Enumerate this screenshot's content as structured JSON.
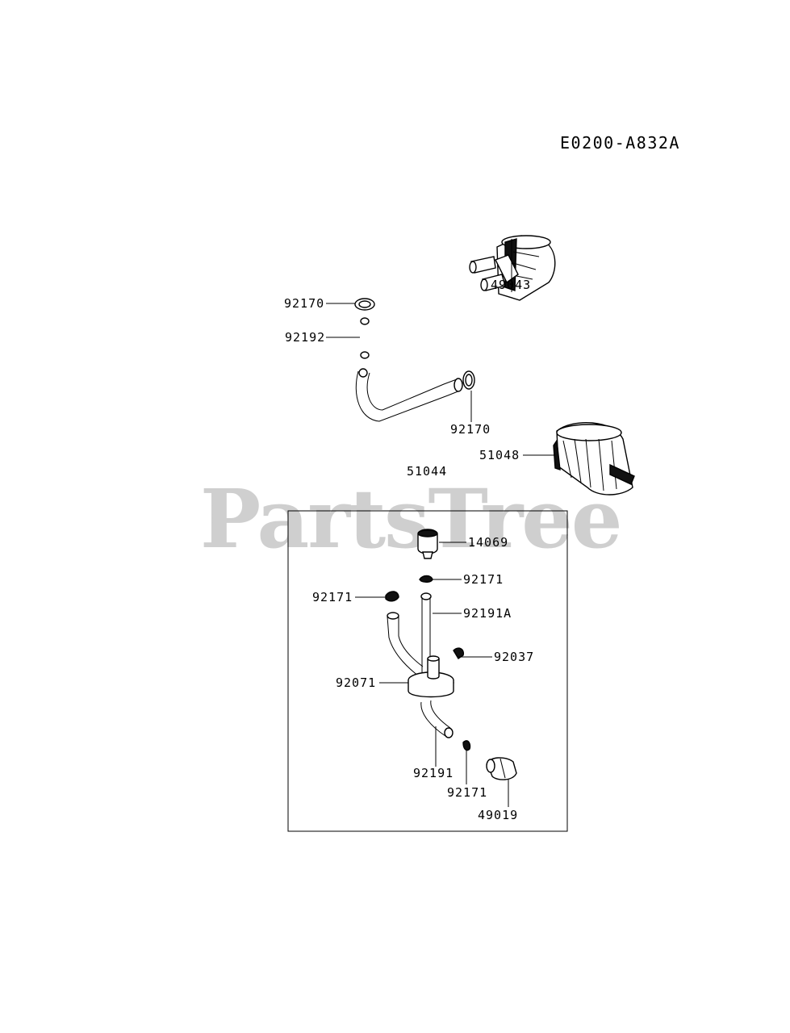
{
  "diagram_code": "E0200-A832A",
  "watermark": "PartsTree",
  "parts": {
    "p49043": "49043",
    "p92170_top": "92170",
    "p92192": "92192",
    "p92170_mid": "92170",
    "p51048": "51048",
    "p51044": "51044",
    "p14069": "14069",
    "p92171_a": "92171",
    "p92171_b": "92171",
    "p92191A": "92191A",
    "p92037": "92037",
    "p92071": "92071",
    "p92191": "92191",
    "p92171_c": "92171",
    "p49019": "49019"
  }
}
